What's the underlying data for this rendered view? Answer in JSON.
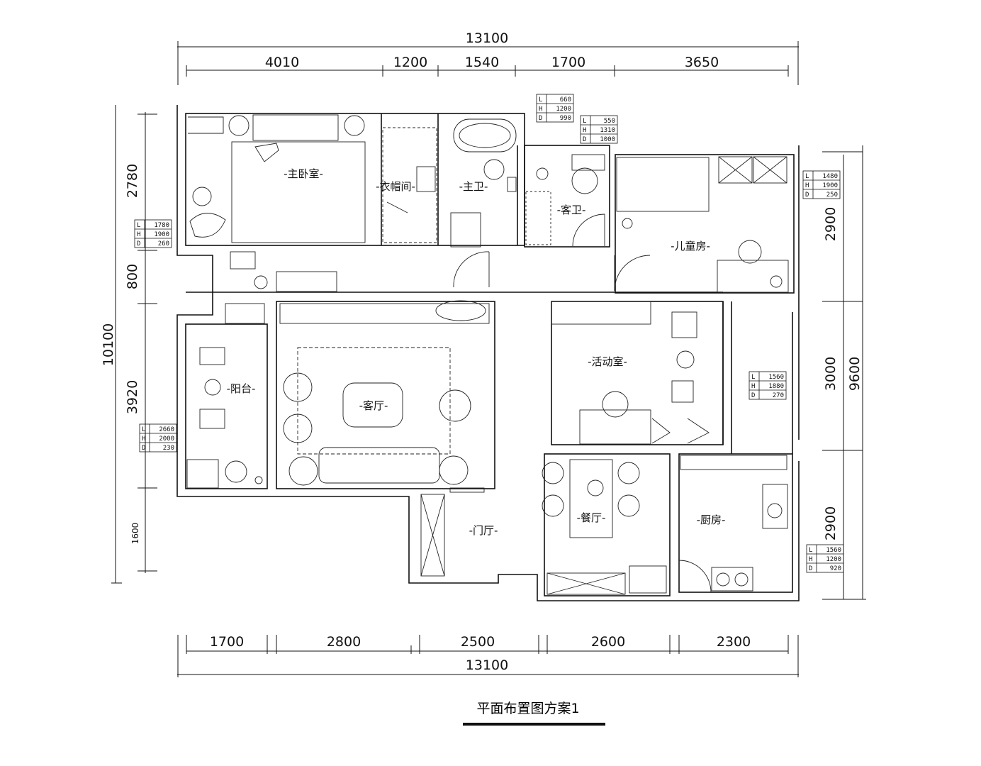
{
  "title": "平面布置图方案1",
  "top_total": "13100",
  "bottom_total": "13100",
  "top_dims": [
    "4010",
    "1200",
    "1540",
    "1700",
    "3650"
  ],
  "bottom_dims": [
    "1700",
    "2800",
    "2500",
    "2600",
    "2300"
  ],
  "left_total": "10100",
  "left_dims": [
    "2780",
    "800",
    "3920",
    "1600"
  ],
  "right_total": "9600",
  "right_dims": [
    "2900",
    "3000",
    "2900"
  ],
  "rooms": {
    "master_bedroom": "-主卧室-",
    "closet": "-衣帽间-",
    "master_bath": "-主卫-",
    "guest_bath": "-客卫-",
    "kids_room": "-儿童房-",
    "balcony": "-阳台-",
    "living_room": "-客厅-",
    "activity_room": "-活动室-",
    "dining_room": "-餐厅-",
    "foyer": "-门厅-",
    "kitchen": "-厨房-"
  },
  "specs": [
    {
      "id": "spec-master-bath",
      "rows": [
        [
          "L",
          "660"
        ],
        [
          "H",
          "1200"
        ],
        [
          "D",
          "990"
        ]
      ]
    },
    {
      "id": "spec-guest-bath",
      "rows": [
        [
          "L",
          "550"
        ],
        [
          "H",
          "1310"
        ],
        [
          "D",
          "1000"
        ]
      ]
    },
    {
      "id": "spec-kids-room",
      "rows": [
        [
          "L",
          "1480"
        ],
        [
          "H",
          "1900"
        ],
        [
          "D",
          "250"
        ]
      ]
    },
    {
      "id": "spec-master-bed",
      "rows": [
        [
          "L",
          "1780"
        ],
        [
          "H",
          "1900"
        ],
        [
          "D",
          "260"
        ]
      ]
    },
    {
      "id": "spec-activity",
      "rows": [
        [
          "L",
          "1560"
        ],
        [
          "H",
          "1880"
        ],
        [
          "D",
          "270"
        ]
      ]
    },
    {
      "id": "spec-balcony",
      "rows": [
        [
          "L",
          "2660"
        ],
        [
          "H",
          "2000"
        ],
        [
          "D",
          "230"
        ]
      ]
    },
    {
      "id": "spec-kitchen",
      "rows": [
        [
          "L",
          "1560"
        ],
        [
          "H",
          "1200"
        ],
        [
          "D",
          "920"
        ]
      ]
    }
  ]
}
